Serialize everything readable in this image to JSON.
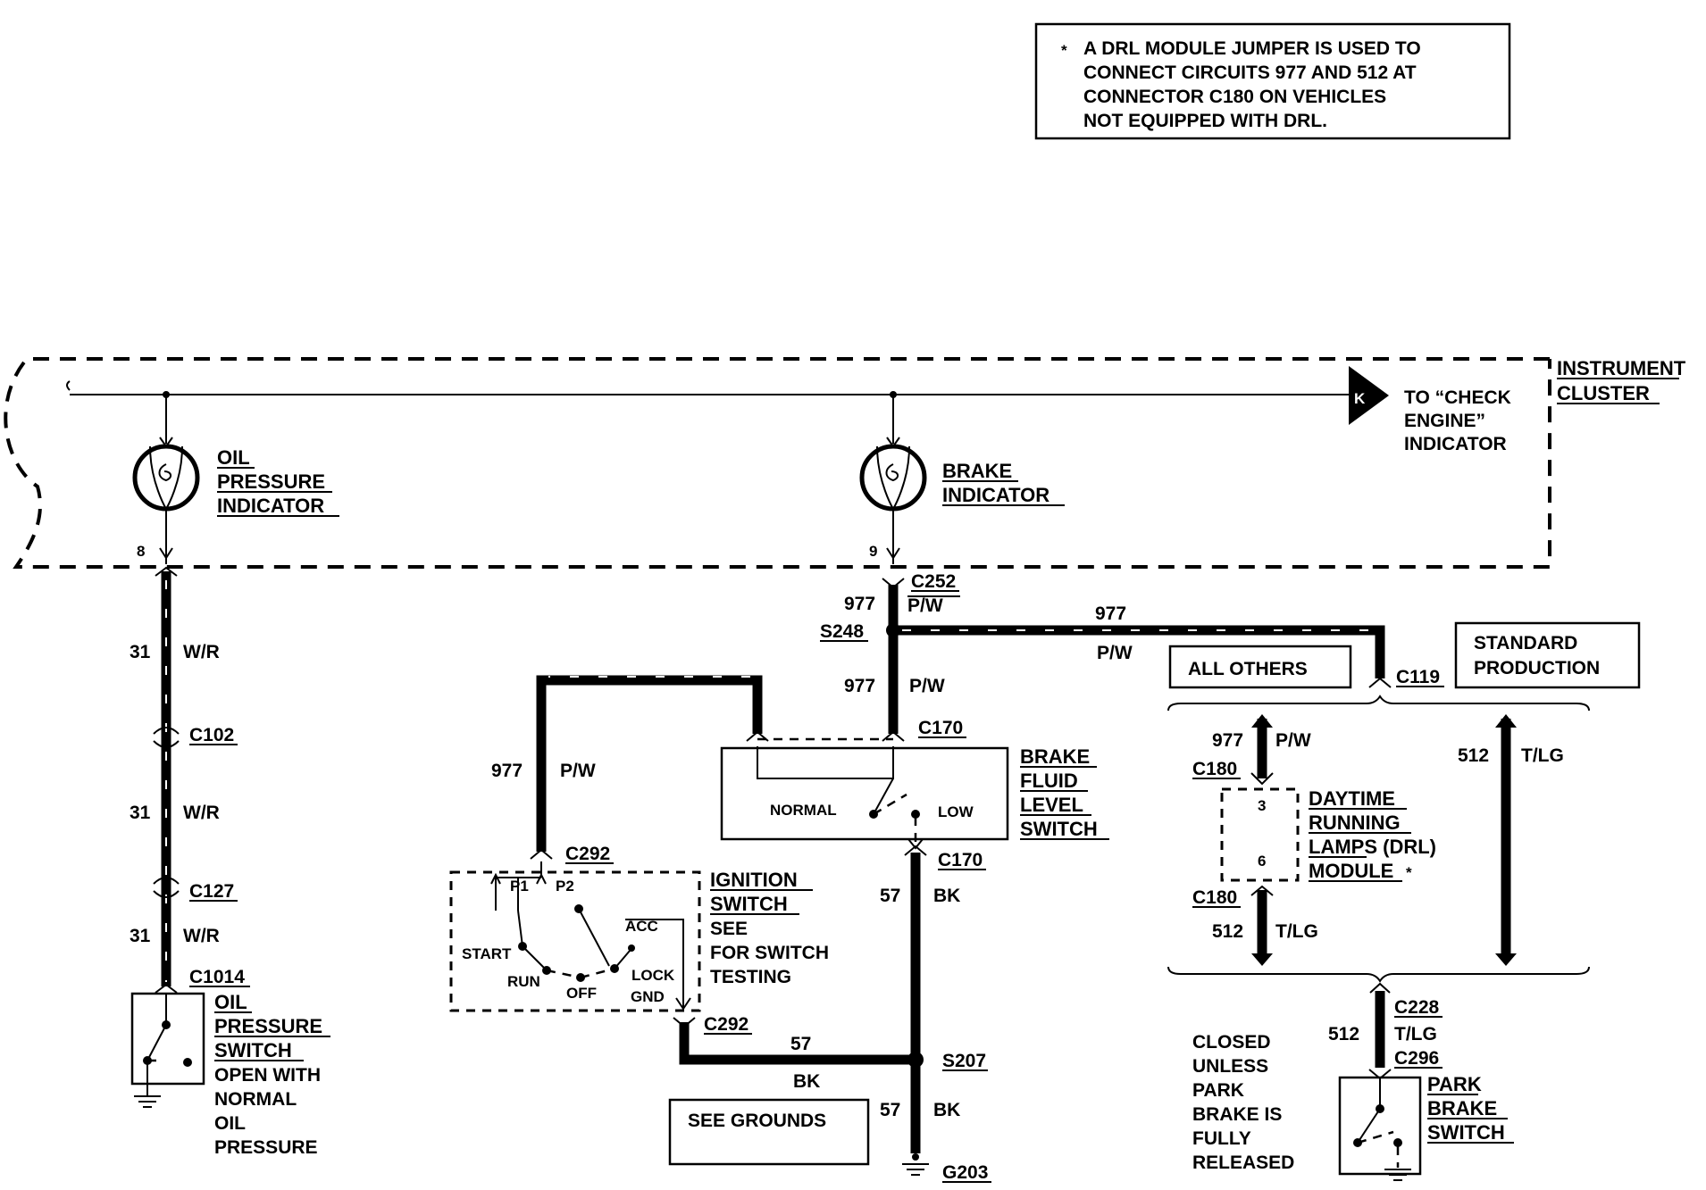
{
  "note": {
    "lines": [
      "A DRL MODULE JUMPER IS USED TO",
      "CONNECT CIRCUITS 977 AND 512 AT",
      "CONNECTOR  C180  ON  VEHICLES",
      "NOT EQUIPPED WITH DRL."
    ]
  },
  "cluster": {
    "label": [
      "INSTRUMENT",
      "CLUSTER"
    ],
    "to_check_engine": [
      "TO “CHECK",
      "ENGINE”",
      "INDICATOR"
    ],
    "k_mark": "K"
  },
  "oil_indicator": {
    "label": [
      "OIL",
      "PRESSURE",
      "INDICATOR"
    ],
    "pin": "8"
  },
  "brake_indicator": {
    "label": [
      "BRAKE",
      "INDICATOR"
    ],
    "pin": "9"
  },
  "oil_circuit": {
    "segments": [
      {
        "circuit": "31",
        "color": "W/R"
      },
      {
        "circuit": "31",
        "color": "W/R"
      },
      {
        "circuit": "31",
        "color": "W/R"
      }
    ],
    "connectors": [
      "C102",
      "C127",
      "C1014"
    ]
  },
  "oil_switch": {
    "label": [
      "OIL",
      "PRESSURE",
      "SWITCH"
    ],
    "desc": [
      "OPEN WITH",
      "NORMAL",
      "OIL",
      "PRESSURE"
    ]
  },
  "brake_circuit": {
    "c252": "C252",
    "top_circuit": "977",
    "top_color": "P/W",
    "s248": "S248",
    "mid_circuit": "977",
    "mid_color": "P/W",
    "branch_circuit": "977",
    "branch_color": "P/W",
    "c170_top": "C170",
    "c170_bottom": "C170",
    "bk_circuit": "57",
    "bk_color": "BK",
    "s207": "S207",
    "g203": "G203",
    "low_circuit": "57",
    "low_color": "BK"
  },
  "fluid_switch": {
    "label": [
      "BRAKE",
      "FLUID",
      "LEVEL",
      "SWITCH"
    ],
    "normal": "NORMAL",
    "low": "LOW"
  },
  "ignition": {
    "c292_top": "C292",
    "c292_bottom": "C292",
    "wire_circuit": "977",
    "wire_color": "P/W",
    "out_circuit": "57",
    "out_color": "BK",
    "label": [
      "IGNITION",
      "SWITCH"
    ],
    "desc": [
      "SEE",
      "FOR SWITCH",
      "TESTING"
    ],
    "positions": {
      "p1": "P1",
      "p2": "P2",
      "start": "START",
      "run": "RUN",
      "off": "OFF",
      "acc": "ACC",
      "lock": "LOCK",
      "gnd": "GND"
    }
  },
  "see_grounds": "SEE GROUNDS",
  "drl": {
    "all_others": "ALL OTHERS",
    "standard": [
      "STANDARD",
      "PRODUCTION"
    ],
    "c119": "C119",
    "in_circuit": "977",
    "in_color": "P/W",
    "c180_top": "C180",
    "c180_bottom": "C180",
    "pin_in": "3",
    "pin_out": "6",
    "module_label": [
      "DAYTIME",
      "RUNNING",
      "LAMPS (DRL)",
      "MODULE"
    ],
    "out_circuit": "512",
    "out_color": "T/LG",
    "std_circuit": "512",
    "std_color": "T/LG"
  },
  "park": {
    "c228": "C228",
    "c296": "C296",
    "circuit": "512",
    "color": "T/LG",
    "label": [
      "PARK",
      "BRAKE",
      "SWITCH"
    ],
    "desc": [
      "CLOSED",
      "UNLESS",
      "PARK",
      "BRAKE IS",
      "FULLY",
      "RELEASED"
    ]
  }
}
